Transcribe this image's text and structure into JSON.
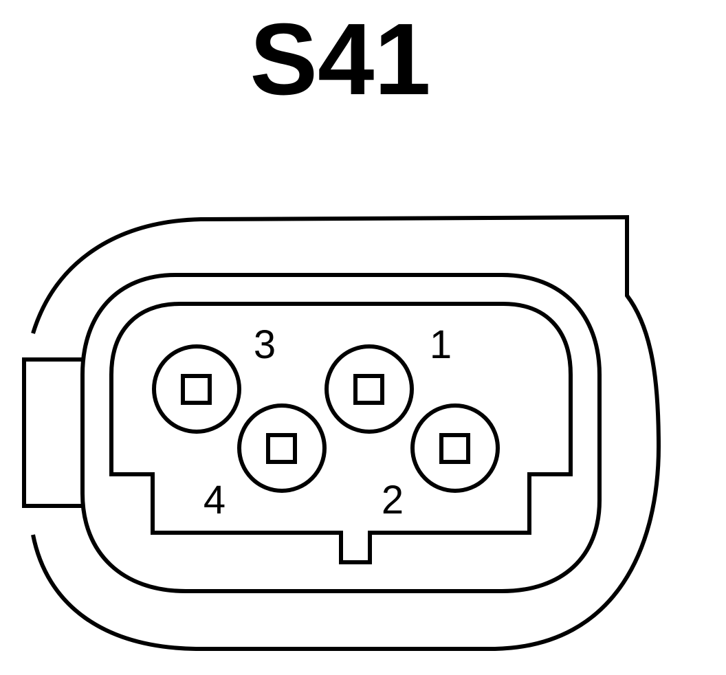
{
  "connector": {
    "title": "S41",
    "pins": [
      {
        "number": "1"
      },
      {
        "number": "2"
      },
      {
        "number": "3"
      },
      {
        "number": "4"
      }
    ]
  },
  "colors": {
    "line": "#000000",
    "background": "#ffffff"
  }
}
